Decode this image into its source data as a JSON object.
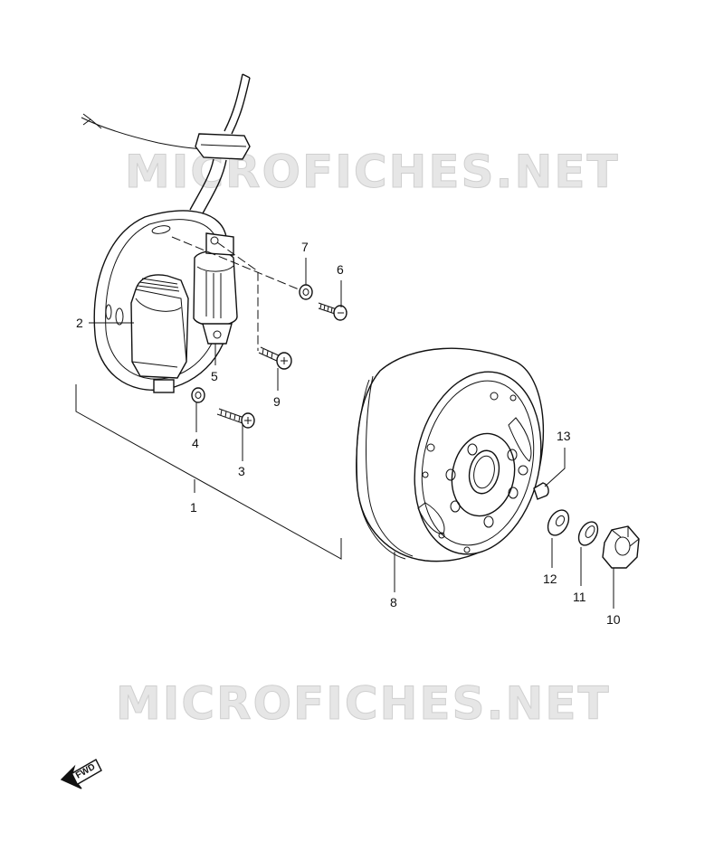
{
  "watermark": {
    "top": "MICROFICHES.NET",
    "bottom": "MICROFICHES.NET"
  },
  "direction_badge": "FWD",
  "parts": [
    {
      "id": "1",
      "label": "1"
    },
    {
      "id": "2",
      "label": "2"
    },
    {
      "id": "3",
      "label": "3"
    },
    {
      "id": "4",
      "label": "4"
    },
    {
      "id": "5",
      "label": "5"
    },
    {
      "id": "6",
      "label": "6"
    },
    {
      "id": "7",
      "label": "7"
    },
    {
      "id": "8",
      "label": "8"
    },
    {
      "id": "9",
      "label": "9"
    },
    {
      "id": "10",
      "label": "10"
    },
    {
      "id": "11",
      "label": "11"
    },
    {
      "id": "12",
      "label": "12"
    },
    {
      "id": "13",
      "label": "13"
    }
  ]
}
